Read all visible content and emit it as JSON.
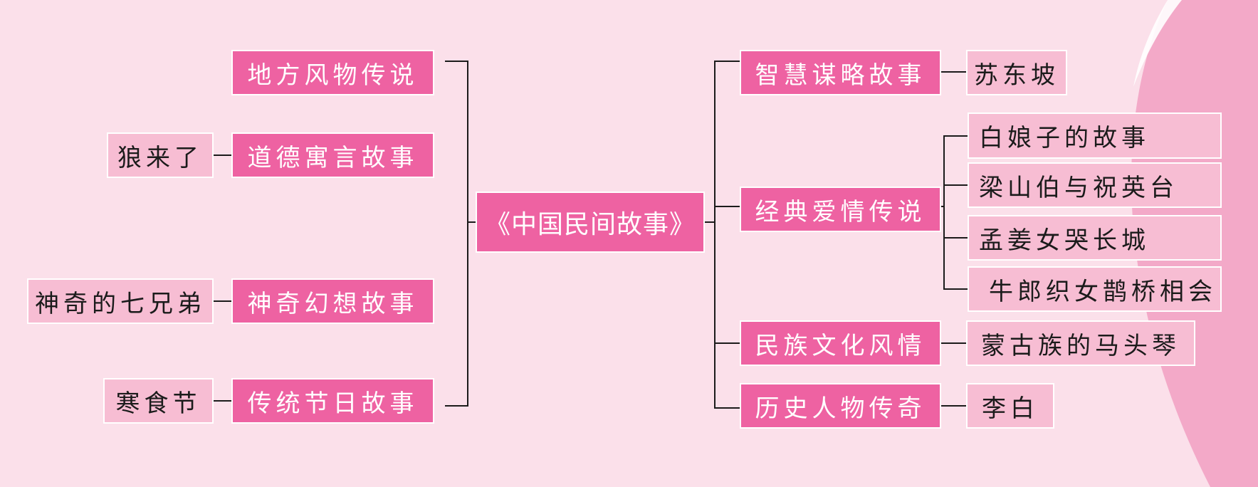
{
  "colors": {
    "background": "#fbe0ea",
    "primary_box": "#ee62a2",
    "secondary_box": "#f7bdd3",
    "line": "#1b1b1b",
    "decoration": "#f3a9c8"
  },
  "center": {
    "label": "《中国民间故事》"
  },
  "left_branches": [
    {
      "label": "地方风物传说",
      "examples": []
    },
    {
      "label": "道德寓言故事",
      "examples": [
        "狼来了"
      ]
    },
    {
      "label": "神奇幻想故事",
      "examples": [
        "神奇的七兄弟"
      ]
    },
    {
      "label": "传统节日故事",
      "examples": [
        "寒食节"
      ]
    }
  ],
  "right_branches": [
    {
      "label": "智慧谋略故事",
      "examples": [
        "苏东坡"
      ]
    },
    {
      "label": "经典爱情传说",
      "examples": [
        "白娘子的故事",
        "梁山伯与祝英台",
        "孟姜女哭长城",
        "牛郎织女鹊桥相会"
      ]
    },
    {
      "label": "民族文化风情",
      "examples": [
        "蒙古族的马头琴"
      ]
    },
    {
      "label": "历史人物传奇",
      "examples": [
        "李白"
      ]
    }
  ]
}
